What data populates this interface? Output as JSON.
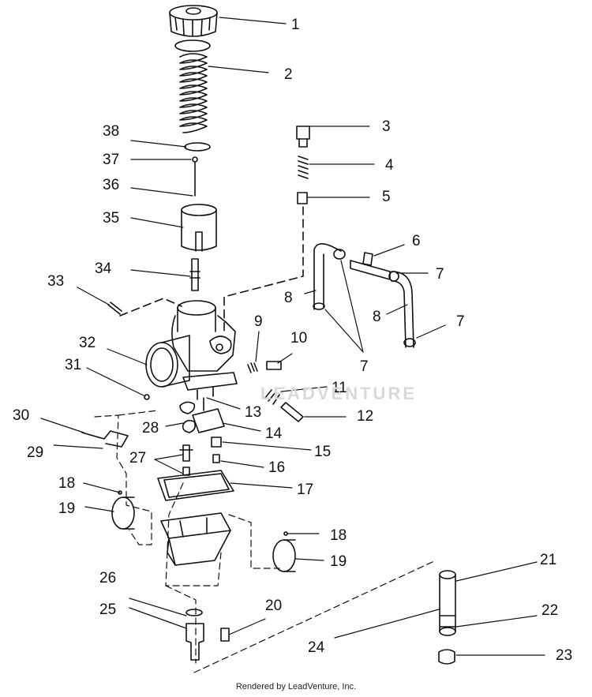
{
  "watermark": "LEADVENTURE",
  "footer": "Rendered by LeadVenture, Inc.",
  "callouts": [
    "1",
    "2",
    "3",
    "4",
    "5",
    "6",
    "7",
    "7",
    "7",
    "8",
    "8",
    "9",
    "10",
    "11",
    "12",
    "13",
    "14",
    "15",
    "16",
    "17",
    "18",
    "18",
    "19",
    "19",
    "20",
    "21",
    "22",
    "23",
    "24",
    "25",
    "26",
    "27",
    "28",
    "29",
    "30",
    "31",
    "32",
    "33",
    "34",
    "35",
    "36",
    "37",
    "38"
  ]
}
